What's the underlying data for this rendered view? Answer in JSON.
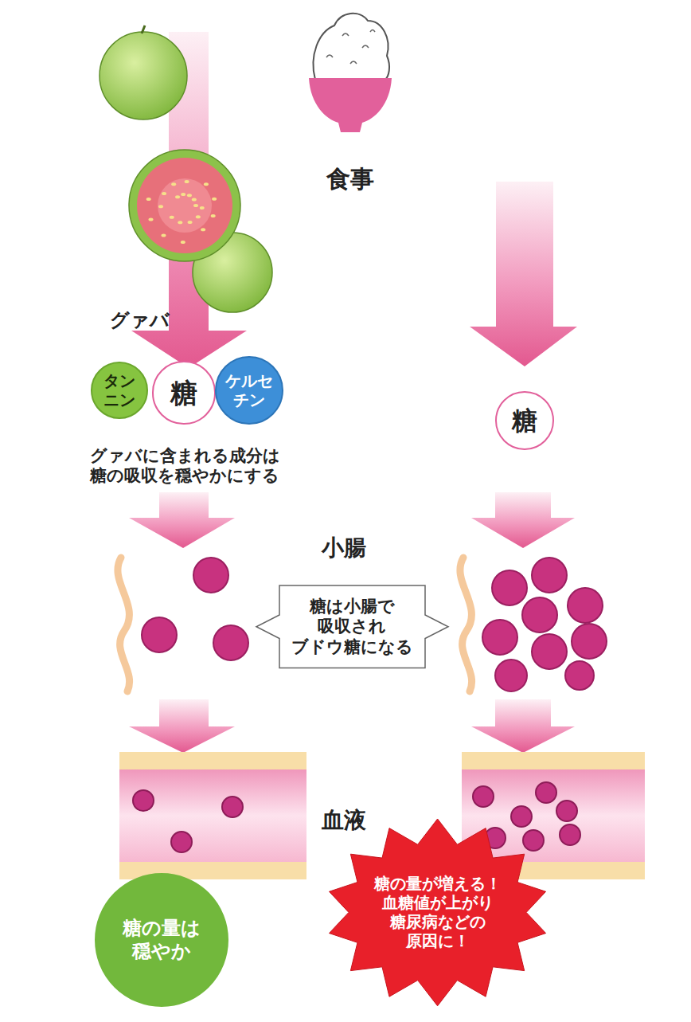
{
  "diagram": {
    "nodes": [
      {
        "text": [
          "タン ニン"
        ]
      },
      {
        "text": [
          "糖"
        ]
      },
      {
        "text": [
          "ケルセ チン"
        ]
      },
      {
        "text": [
          "糖"
        ]
      },
      {
        "text": [
          "糖は小腸で 吸収され ブドウ糖になる"
        ]
      },
      {
        "text": [
          "糖の量は 穏やか"
        ]
      },
      {
        "text": [
          "糖の量が増える！ 血糖値が上がり 糖尿病などの 原因に！"
        ]
      }
    ],
    "labels": [
      "食事",
      "グァバ",
      "グァバに含まれる成分は 糖の吸収を穏やかにする",
      "小腸",
      "血液"
    ]
  }
}
